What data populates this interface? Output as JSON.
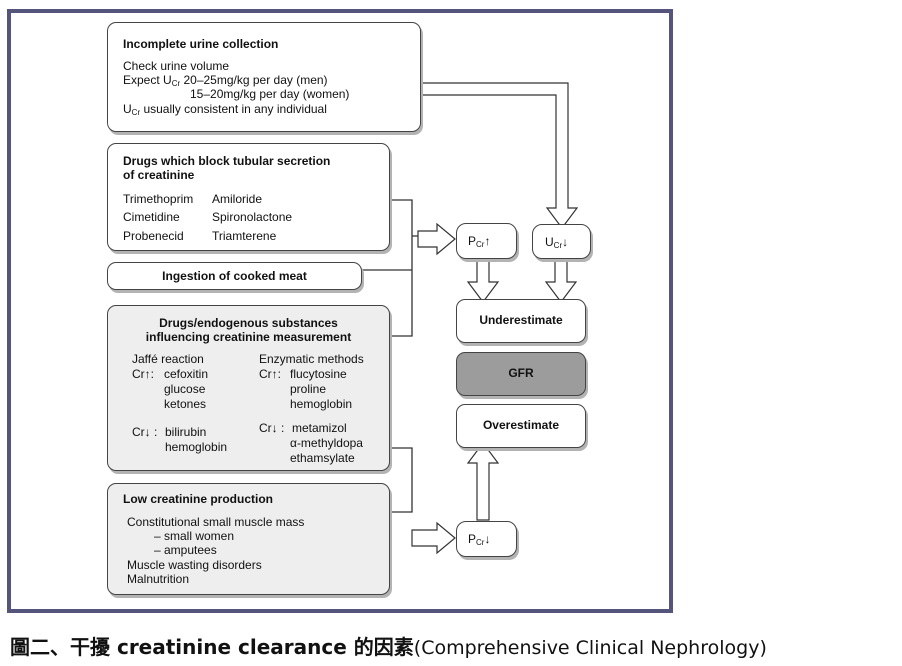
{
  "box_urine": {
    "title": "Incomplete urine collection",
    "line1": "Check urine volume",
    "line2_pre": "Expect U",
    "line2_sub": "Cr",
    "line2_post": " 20–25mg/kg per day (men)",
    "line3": "15–20mg/kg per day (women)",
    "line4_pre": "U",
    "line4_sub": "Cr",
    "line4_post": " usually consistent in any individual"
  },
  "box_drugs": {
    "title1": "Drugs which block tubular secretion",
    "title2": "of creatinine",
    "col1": [
      "Trimethoprim",
      "Cimetidine",
      "Probenecid"
    ],
    "col2": [
      "Amiloride",
      "Spironolactone",
      "Triamterene"
    ]
  },
  "box_meat": {
    "title": "Ingestion of cooked meat"
  },
  "box_measure": {
    "title1": "Drugs/endogenous substances",
    "title2": "influencing creatinine measurement",
    "jaffe_head": "Jaffé reaction",
    "jaffe_up_prefix": "Cr↑: ",
    "jaffe_up": [
      "cefoxitin",
      "glucose",
      "ketones"
    ],
    "jaffe_down_prefix": "Cr↓ :",
    "jaffe_down": [
      "bilirubin",
      "hemoglobin"
    ],
    "enz_head": "Enzymatic methods",
    "enz_up_prefix": "Cr↑: ",
    "enz_up": [
      "flucytosine",
      "proline",
      "hemoglobin"
    ],
    "enz_down_prefix": "Cr↓ :",
    "enz_down": [
      "metamizol",
      "α-methyldopa",
      "ethamsylate"
    ]
  },
  "box_low": {
    "title": "Low creatinine production",
    "line1": "Constitutional small muscle mass",
    "line2": "– small women",
    "line3": "– amputees",
    "line4": "Muscle wasting disorders",
    "line5": "Malnutrition"
  },
  "pill_pcr_up": {
    "pre": "P",
    "sub": "Cr",
    "post": "↑"
  },
  "pill_ucr_down": {
    "pre": "U",
    "sub": "Cr",
    "post": "↓"
  },
  "pill_pcr_down": {
    "pre": "P",
    "sub": "Cr",
    "post": "↓"
  },
  "box_under": {
    "title": "Underestimate"
  },
  "box_gfr": {
    "title": "GFR"
  },
  "box_over": {
    "title": "Overestimate"
  },
  "caption": {
    "strong": "圖二、干擾 creatinine clearance 的因素",
    "light": "(Comprehensive Clinical Nephrology)"
  },
  "colors": {
    "frame": "#55547a",
    "gfr_fill": "#9c9c9c",
    "grey_fill": "#eeeeee"
  }
}
